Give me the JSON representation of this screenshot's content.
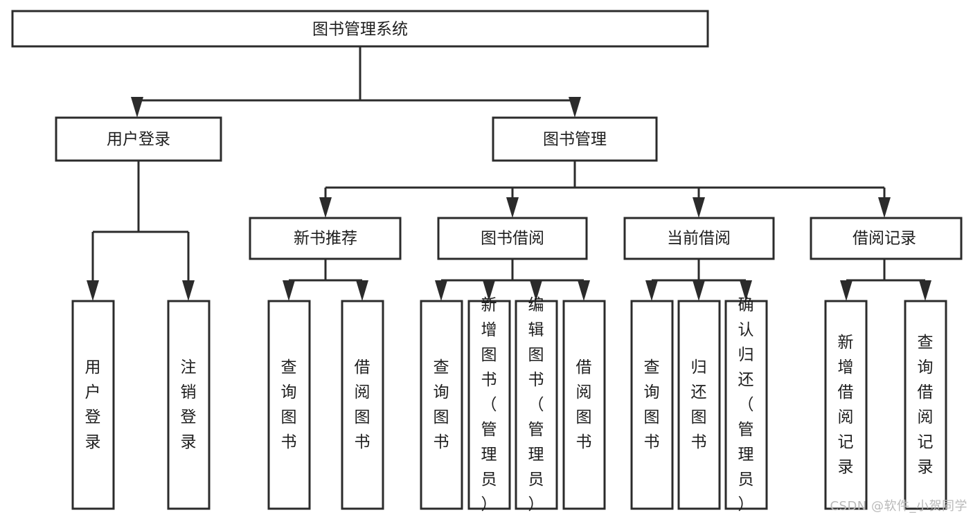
{
  "diagram": {
    "title": "图书管理系统",
    "type": "tree-hierarchy",
    "watermark": "CSDN @软件_小贺同学",
    "colors": {
      "stroke": "#2b2b2b",
      "fill": "#ffffff",
      "text": "#1d1d1d",
      "background": "#ffffff",
      "watermark": "#b9b9b9"
    },
    "root": {
      "id": "root",
      "label": "图书管理系统",
      "orientation": "horizontal"
    },
    "level2": [
      {
        "id": "user-login",
        "label": "用户登录",
        "orientation": "horizontal"
      },
      {
        "id": "book-manage",
        "label": "图书管理",
        "orientation": "horizontal"
      }
    ],
    "level3": [
      {
        "id": "new-book-recommend",
        "label": "新书推荐",
        "orientation": "horizontal",
        "parent": "book-manage"
      },
      {
        "id": "book-borrow",
        "label": "图书借阅",
        "orientation": "horizontal",
        "parent": "book-manage"
      },
      {
        "id": "current-borrow",
        "label": "当前借阅",
        "orientation": "horizontal",
        "parent": "book-manage"
      },
      {
        "id": "borrow-record",
        "label": "借阅记录",
        "orientation": "horizontal",
        "parent": "book-manage"
      }
    ],
    "leaves": {
      "user-login": [
        {
          "id": "leaf-user-login",
          "label": "用户登录",
          "orientation": "vertical"
        },
        {
          "id": "leaf-logout",
          "label": "注销登录",
          "orientation": "vertical"
        }
      ],
      "new-book-recommend": [
        {
          "id": "leaf-query-book-1",
          "label": "查询图书",
          "orientation": "vertical"
        },
        {
          "id": "leaf-borrow-book-1",
          "label": "借阅图书",
          "orientation": "vertical"
        }
      ],
      "book-borrow": [
        {
          "id": "leaf-query-book-2",
          "label": "查询图书",
          "orientation": "vertical"
        },
        {
          "id": "leaf-add-book",
          "label": "新增图书（管理员）",
          "orientation": "vertical"
        },
        {
          "id": "leaf-edit-book",
          "label": "编辑图书（管理员）",
          "orientation": "vertical"
        },
        {
          "id": "leaf-borrow-book-2",
          "label": "借阅图书",
          "orientation": "vertical"
        }
      ],
      "current-borrow": [
        {
          "id": "leaf-query-book-3",
          "label": "查询图书",
          "orientation": "vertical"
        },
        {
          "id": "leaf-return-book",
          "label": "归还图书",
          "orientation": "vertical"
        },
        {
          "id": "leaf-confirm-return",
          "label": "确认归还（管理员）",
          "orientation": "vertical"
        }
      ],
      "borrow-record": [
        {
          "id": "leaf-add-record",
          "label": "新增借阅记录",
          "orientation": "vertical"
        },
        {
          "id": "leaf-query-record",
          "label": "查询借阅记录",
          "orientation": "vertical"
        }
      ]
    }
  }
}
